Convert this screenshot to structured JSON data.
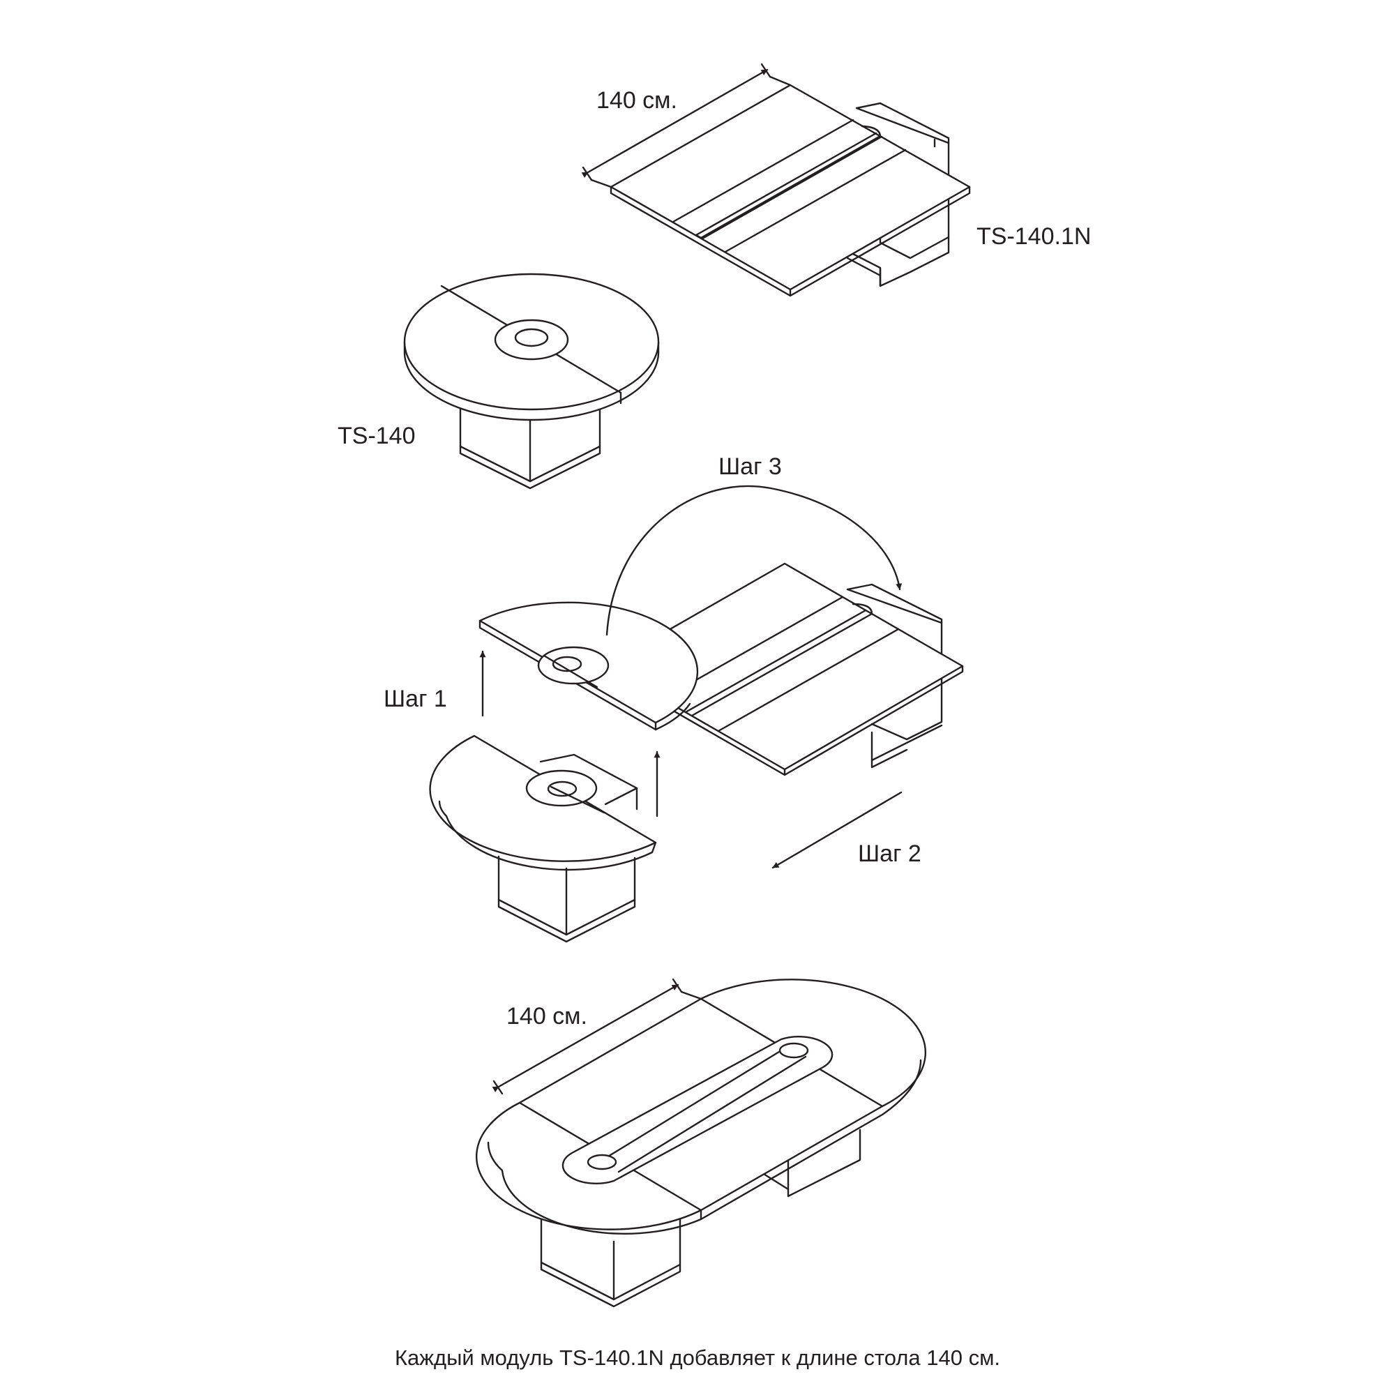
{
  "labels": {
    "dimension_top": "140 см.",
    "dimension_bottom": "140 см.",
    "module_name": "TS-140.1N",
    "table_name": "TS-140",
    "step_1": "Шаг 1",
    "step_2": "Шаг 2",
    "step_3": "Шаг 3"
  },
  "caption": "Каждый модуль TS-140.1N добавляет к длине стола 140 см.",
  "colors": {
    "line": "#231f20",
    "background": "#ffffff"
  }
}
